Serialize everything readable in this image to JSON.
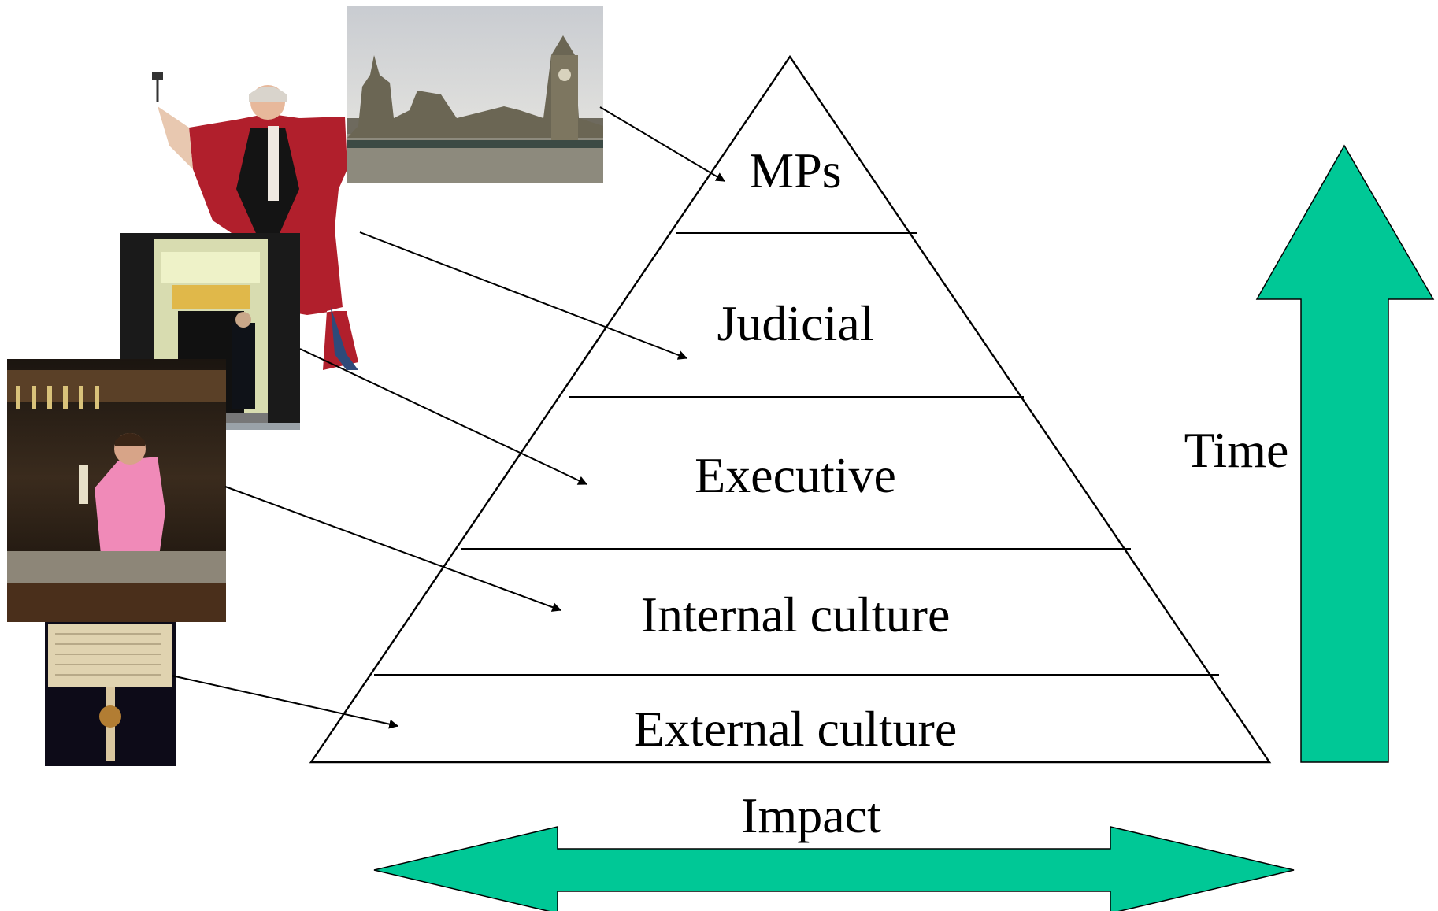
{
  "diagram": {
    "tiers": [
      {
        "label": "MPs"
      },
      {
        "label": "Judicial"
      },
      {
        "label": "Executive"
      },
      {
        "label": "Internal culture"
      },
      {
        "label": "External culture"
      }
    ],
    "time_label": "Time",
    "impact_label": "Impact",
    "photos": [
      {
        "subject": "Houses of Parliament"
      },
      {
        "subject": "judge in red robes with gavel"
      },
      {
        "subject": "10 Downing Street door with police officer"
      },
      {
        "subject": "barman pulling a pint"
      },
      {
        "subject": "sealed historic charter"
      }
    ]
  },
  "colors": {
    "arrow_fill": "#00C896",
    "line": "#000000",
    "background": "#FFFFFF"
  }
}
